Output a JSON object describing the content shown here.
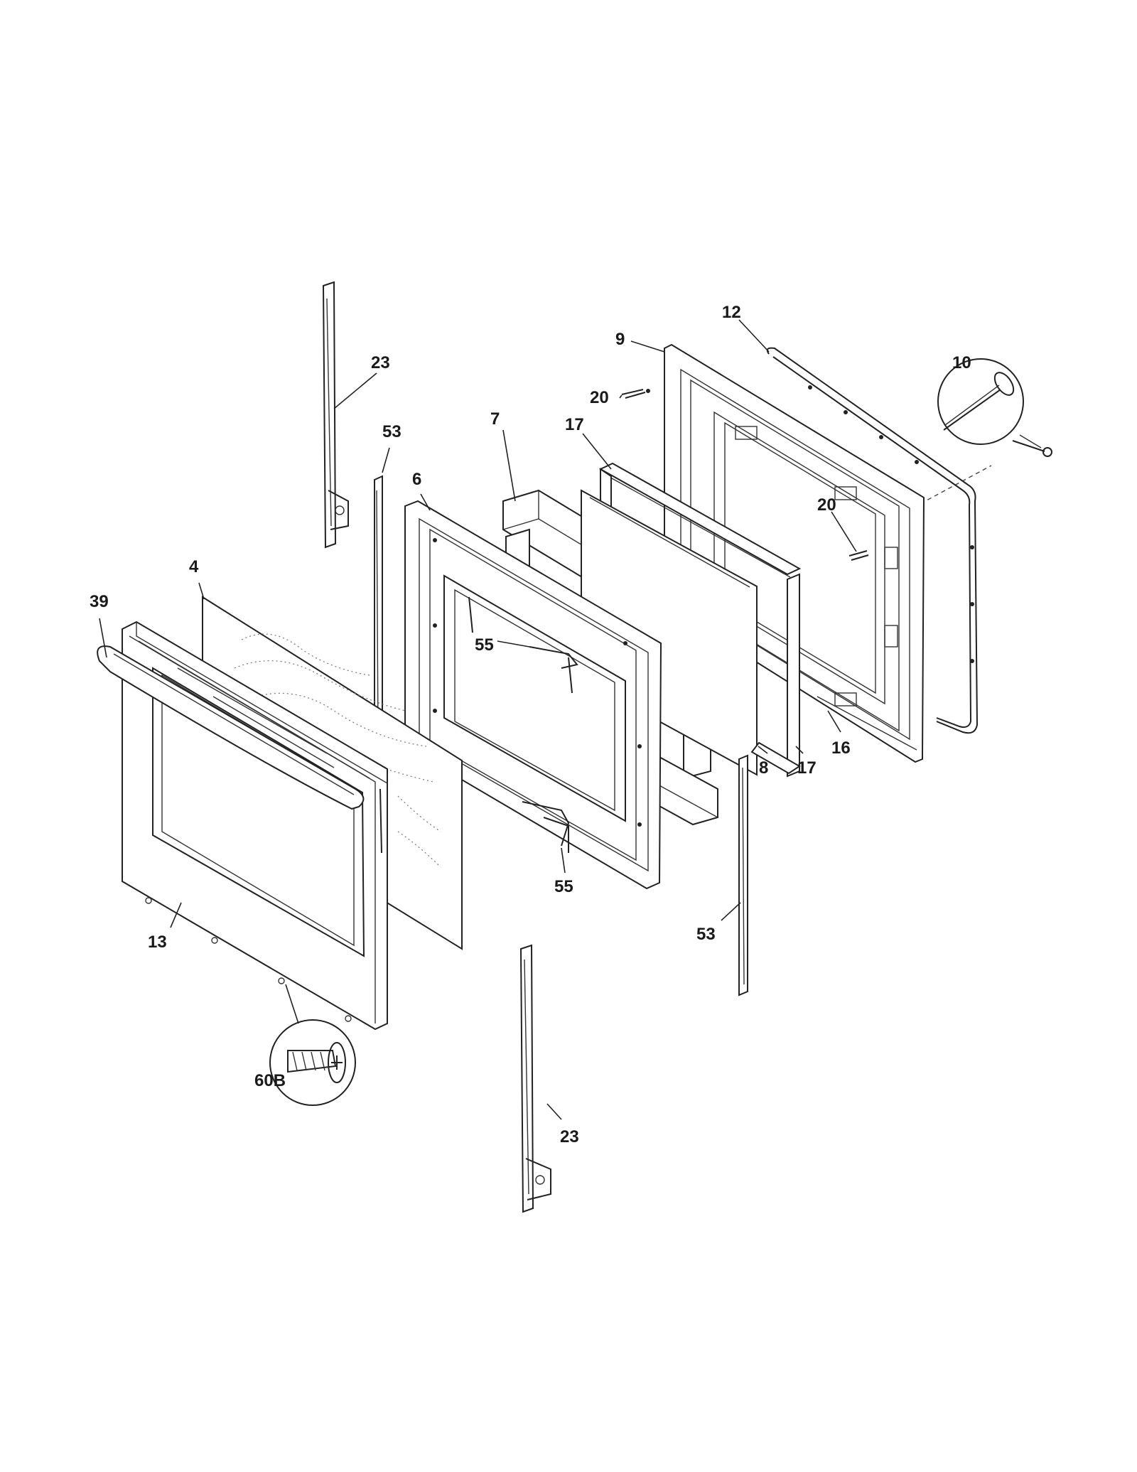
{
  "callouts": [
    {
      "id": "c12",
      "text": "12"
    },
    {
      "id": "c9",
      "text": "9"
    },
    {
      "id": "c10",
      "text": "10"
    },
    {
      "id": "c20a",
      "text": "20"
    },
    {
      "id": "c23a",
      "text": "23"
    },
    {
      "id": "c53a",
      "text": "53"
    },
    {
      "id": "c7",
      "text": "7"
    },
    {
      "id": "c17a",
      "text": "17"
    },
    {
      "id": "c6",
      "text": "6"
    },
    {
      "id": "c20b",
      "text": "20"
    },
    {
      "id": "c4",
      "text": "4"
    },
    {
      "id": "c39",
      "text": "39"
    },
    {
      "id": "c55a",
      "text": "55"
    },
    {
      "id": "c16",
      "text": "16"
    },
    {
      "id": "c8",
      "text": "8"
    },
    {
      "id": "c17b",
      "text": "17"
    },
    {
      "id": "c55b",
      "text": "55"
    },
    {
      "id": "c53b",
      "text": "53"
    },
    {
      "id": "c13",
      "text": "13"
    },
    {
      "id": "c60B",
      "text": "60B"
    },
    {
      "id": "c23b",
      "text": "23"
    }
  ]
}
